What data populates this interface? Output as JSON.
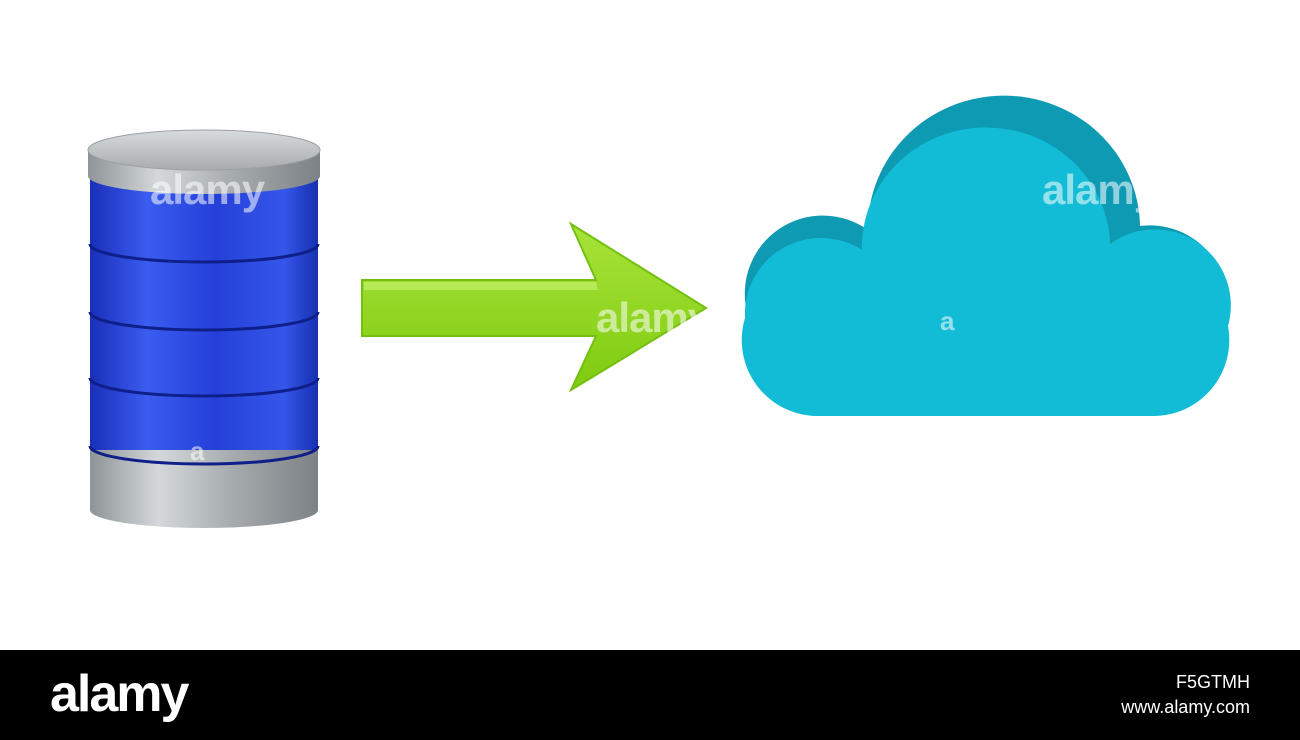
{
  "diagram": {
    "nodes": [
      {
        "id": "database",
        "icon": "database-cylinder-icon",
        "colors": {
          "body": "#2440d8",
          "cap": "#b8bcbf"
        }
      },
      {
        "id": "arrow",
        "icon": "arrow-right-icon",
        "colors": {
          "fill": "#8fd81e"
        }
      },
      {
        "id": "cloud",
        "icon": "cloud-icon",
        "colors": {
          "fill": "#12bcd6"
        }
      }
    ],
    "edges": [
      {
        "from": "database",
        "to": "cloud",
        "style": "green-arrow"
      }
    ]
  },
  "watermarks": {
    "database": "alamy",
    "arrow": "alamy",
    "cloud": "alamy",
    "small_a_database": "a",
    "small_a_cloud": "a"
  },
  "footer": {
    "brand": "alamy",
    "image_id": "F5GTMH",
    "url": "www.alamy.com"
  }
}
